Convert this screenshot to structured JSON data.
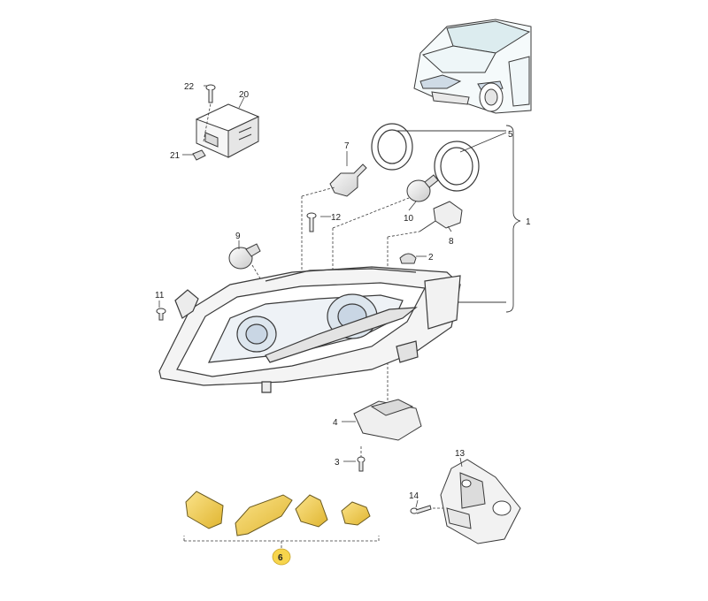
{
  "diagram": {
    "callouts": {
      "c1": "1",
      "c2": "2",
      "c3": "3",
      "c4": "4",
      "c5": "5",
      "c6": "6",
      "c7": "7",
      "c8": "8",
      "c9": "9",
      "c10": "10",
      "c11": "11",
      "c12": "12",
      "c13": "13",
      "c14": "14",
      "c20": "20",
      "c21": "21",
      "c22": "22"
    },
    "colors": {
      "line": "#3a3a3a",
      "housing_fill": "#f4f4f4",
      "lens_blue": "#c9d6e4",
      "highlight_yellow": "#f5d54a",
      "badge_yellow": "#f7d54c",
      "car_teal": "#dcecef"
    },
    "icons": [
      "car-icon",
      "headlight-assembly-icon",
      "bulb-icon",
      "bracket-icon",
      "control-unit-icon",
      "screw-icon",
      "ring-icon"
    ]
  }
}
